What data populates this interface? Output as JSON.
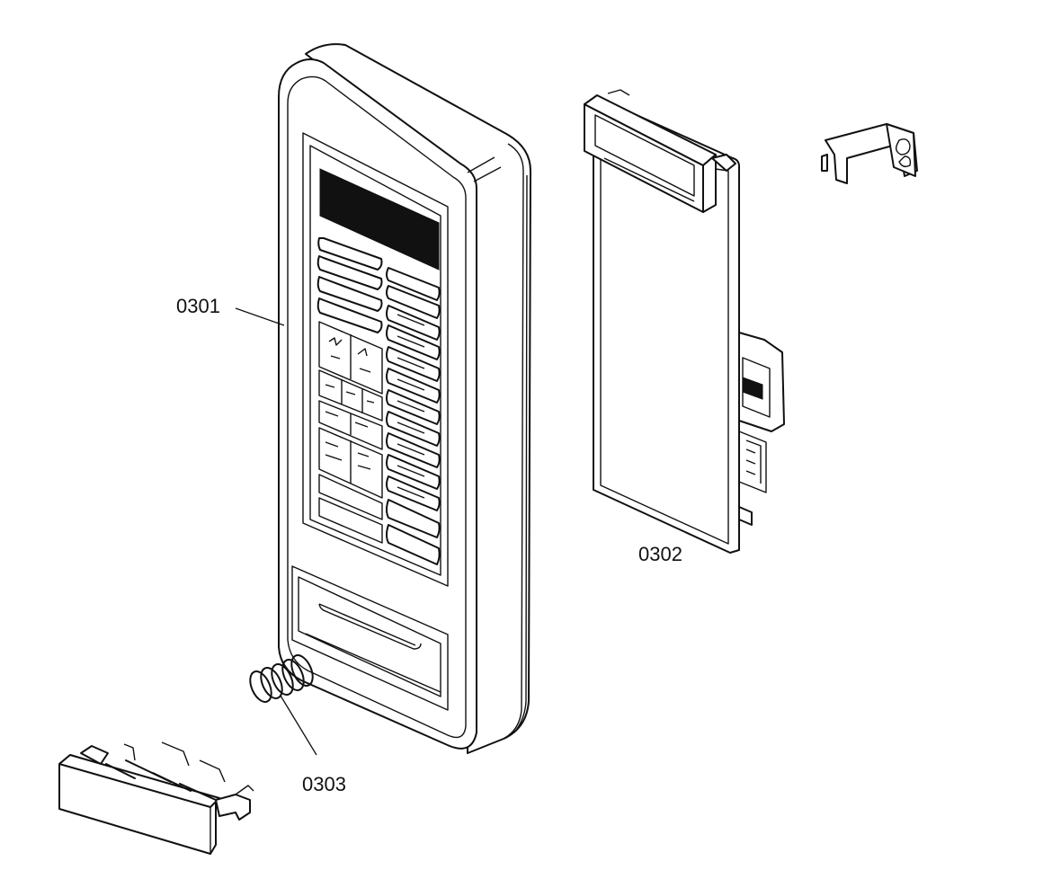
{
  "callouts": {
    "part_0301": "0301",
    "part_0302": "0302",
    "part_0303": "0303"
  }
}
